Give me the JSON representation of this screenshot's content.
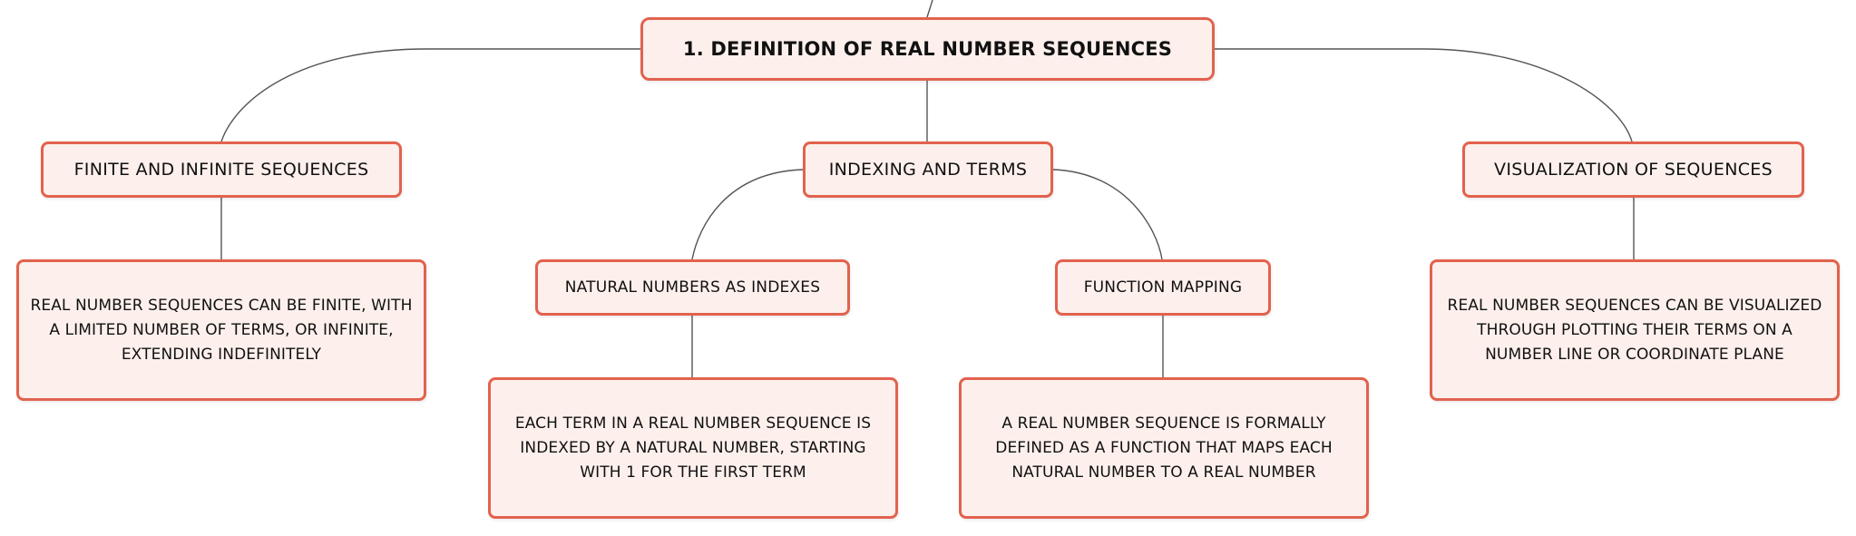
{
  "diagram": {
    "root": {
      "label": "1. DEFINITION OF REAL NUMBER SEQUENCES"
    },
    "topics": {
      "finite_infinite": {
        "label": "FINITE AND INFINITE SEQUENCES",
        "detail": "REAL NUMBER SEQUENCES CAN BE FINITE, WITH A LIMITED NUMBER OF TERMS, OR INFINITE, EXTENDING INDEFINITELY"
      },
      "indexing_terms": {
        "label": "INDEXING AND TERMS",
        "children": {
          "natural_numbers": {
            "label": "NATURAL NUMBERS AS INDEXES",
            "detail": "EACH TERM IN A REAL NUMBER SEQUENCE IS INDEXED BY A NATURAL NUMBER, STARTING WITH 1 FOR THE FIRST TERM"
          },
          "function_mapping": {
            "label": "FUNCTION MAPPING",
            "detail": "A REAL NUMBER SEQUENCE IS FORMALLY DEFINED AS A FUNCTION THAT MAPS EACH NATURAL NUMBER TO A REAL NUMBER"
          }
        }
      },
      "visualization": {
        "label": "VISUALIZATION OF SEQUENCES",
        "detail": "REAL NUMBER SEQUENCES CAN BE VISUALIZED THROUGH PLOTTING THEIR TERMS ON A NUMBER LINE OR COORDINATE PLANE"
      }
    },
    "colors": {
      "node_border": "#e2624e",
      "node_fill": "#fdf0ec",
      "connector": "#555555",
      "text": "#111111"
    }
  }
}
